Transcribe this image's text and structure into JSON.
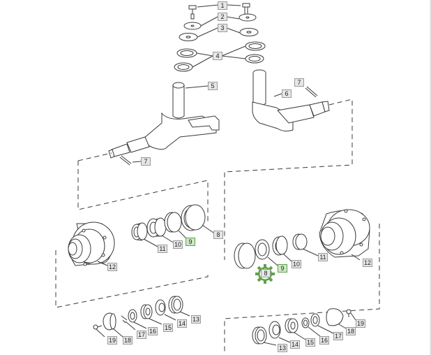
{
  "callouts": [
    {
      "id": "c1",
      "label": "1"
    },
    {
      "id": "c2",
      "label": "2"
    },
    {
      "id": "c3",
      "label": "3"
    },
    {
      "id": "c4",
      "label": "4"
    },
    {
      "id": "c5",
      "label": "5"
    },
    {
      "id": "c6",
      "label": "6"
    },
    {
      "id": "c7a",
      "label": "7"
    },
    {
      "id": "c7b",
      "label": "7"
    },
    {
      "id": "c8l",
      "label": "8"
    },
    {
      "id": "c9l",
      "label": "9"
    },
    {
      "id": "c10l",
      "label": "10"
    },
    {
      "id": "c11l",
      "label": "11"
    },
    {
      "id": "c12l",
      "label": "12"
    },
    {
      "id": "c8r",
      "label": "8"
    },
    {
      "id": "c9r",
      "label": "9"
    },
    {
      "id": "c10r",
      "label": "10"
    },
    {
      "id": "c11r",
      "label": "11"
    },
    {
      "id": "c12r",
      "label": "12"
    },
    {
      "id": "c13l",
      "label": "13"
    },
    {
      "id": "c14l",
      "label": "14"
    },
    {
      "id": "c15l",
      "label": "15"
    },
    {
      "id": "c16l",
      "label": "16"
    },
    {
      "id": "c17l",
      "label": "17"
    },
    {
      "id": "c18l",
      "label": "18"
    },
    {
      "id": "c19l",
      "label": "19"
    },
    {
      "id": "c13r",
      "label": "13"
    },
    {
      "id": "c14r",
      "label": "14"
    },
    {
      "id": "c15r",
      "label": "15"
    },
    {
      "id": "c16r",
      "label": "16"
    },
    {
      "id": "c17r",
      "label": "17"
    },
    {
      "id": "c18r",
      "label": "18"
    },
    {
      "id": "c19r",
      "label": "19"
    }
  ],
  "selected": "c8r",
  "colors": {
    "line": "#3a3a3a",
    "callout_bg": "#e6e6e6",
    "callout_border": "#9a9a9a",
    "highlight": "#5fa149",
    "highlight_bg": "#cfe8c4"
  }
}
